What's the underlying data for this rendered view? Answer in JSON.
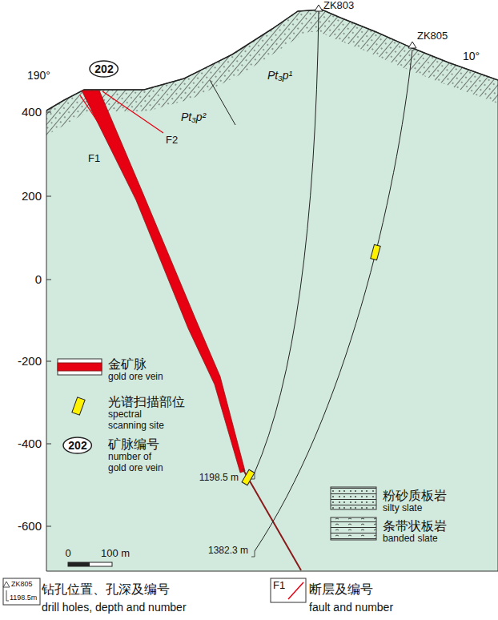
{
  "diagram": {
    "nodes": [
      {
        "text": [
          "202"
        ]
      },
      {
        "text": [
          "202"
        ]
      }
    ],
    "labels": [
      "ZK803",
      "ZK805",
      "10°",
      "190°",
      "F1",
      "F2",
      "Pt₃p²",
      "Pt₃p¹",
      "400",
      "200",
      "0",
      "-200",
      "-400",
      "-600",
      "1198.5 m",
      "1382.3 m",
      "0",
      "100 m",
      "gold ore vein",
      "spectral scanning site",
      "number of gold ore vein",
      "silty slate",
      "banded slate",
      "drill holes, depth and number",
      "fault and number",
      "ZK805",
      "1198.5m",
      "F1"
    ],
    "legend": [
      {
        "text": "金矿脉",
        "color": "#e60012"
      },
      {
        "text": "光谱扫描部位",
        "color": "#fff200"
      },
      {
        "text": "矿脉编号"
      },
      {
        "text": "粉砂质板岩"
      },
      {
        "text": "条带状板岩"
      },
      {
        "text": "钻孔位置、孔深及编号"
      },
      {
        "text": "断层及编号"
      }
    ]
  }
}
